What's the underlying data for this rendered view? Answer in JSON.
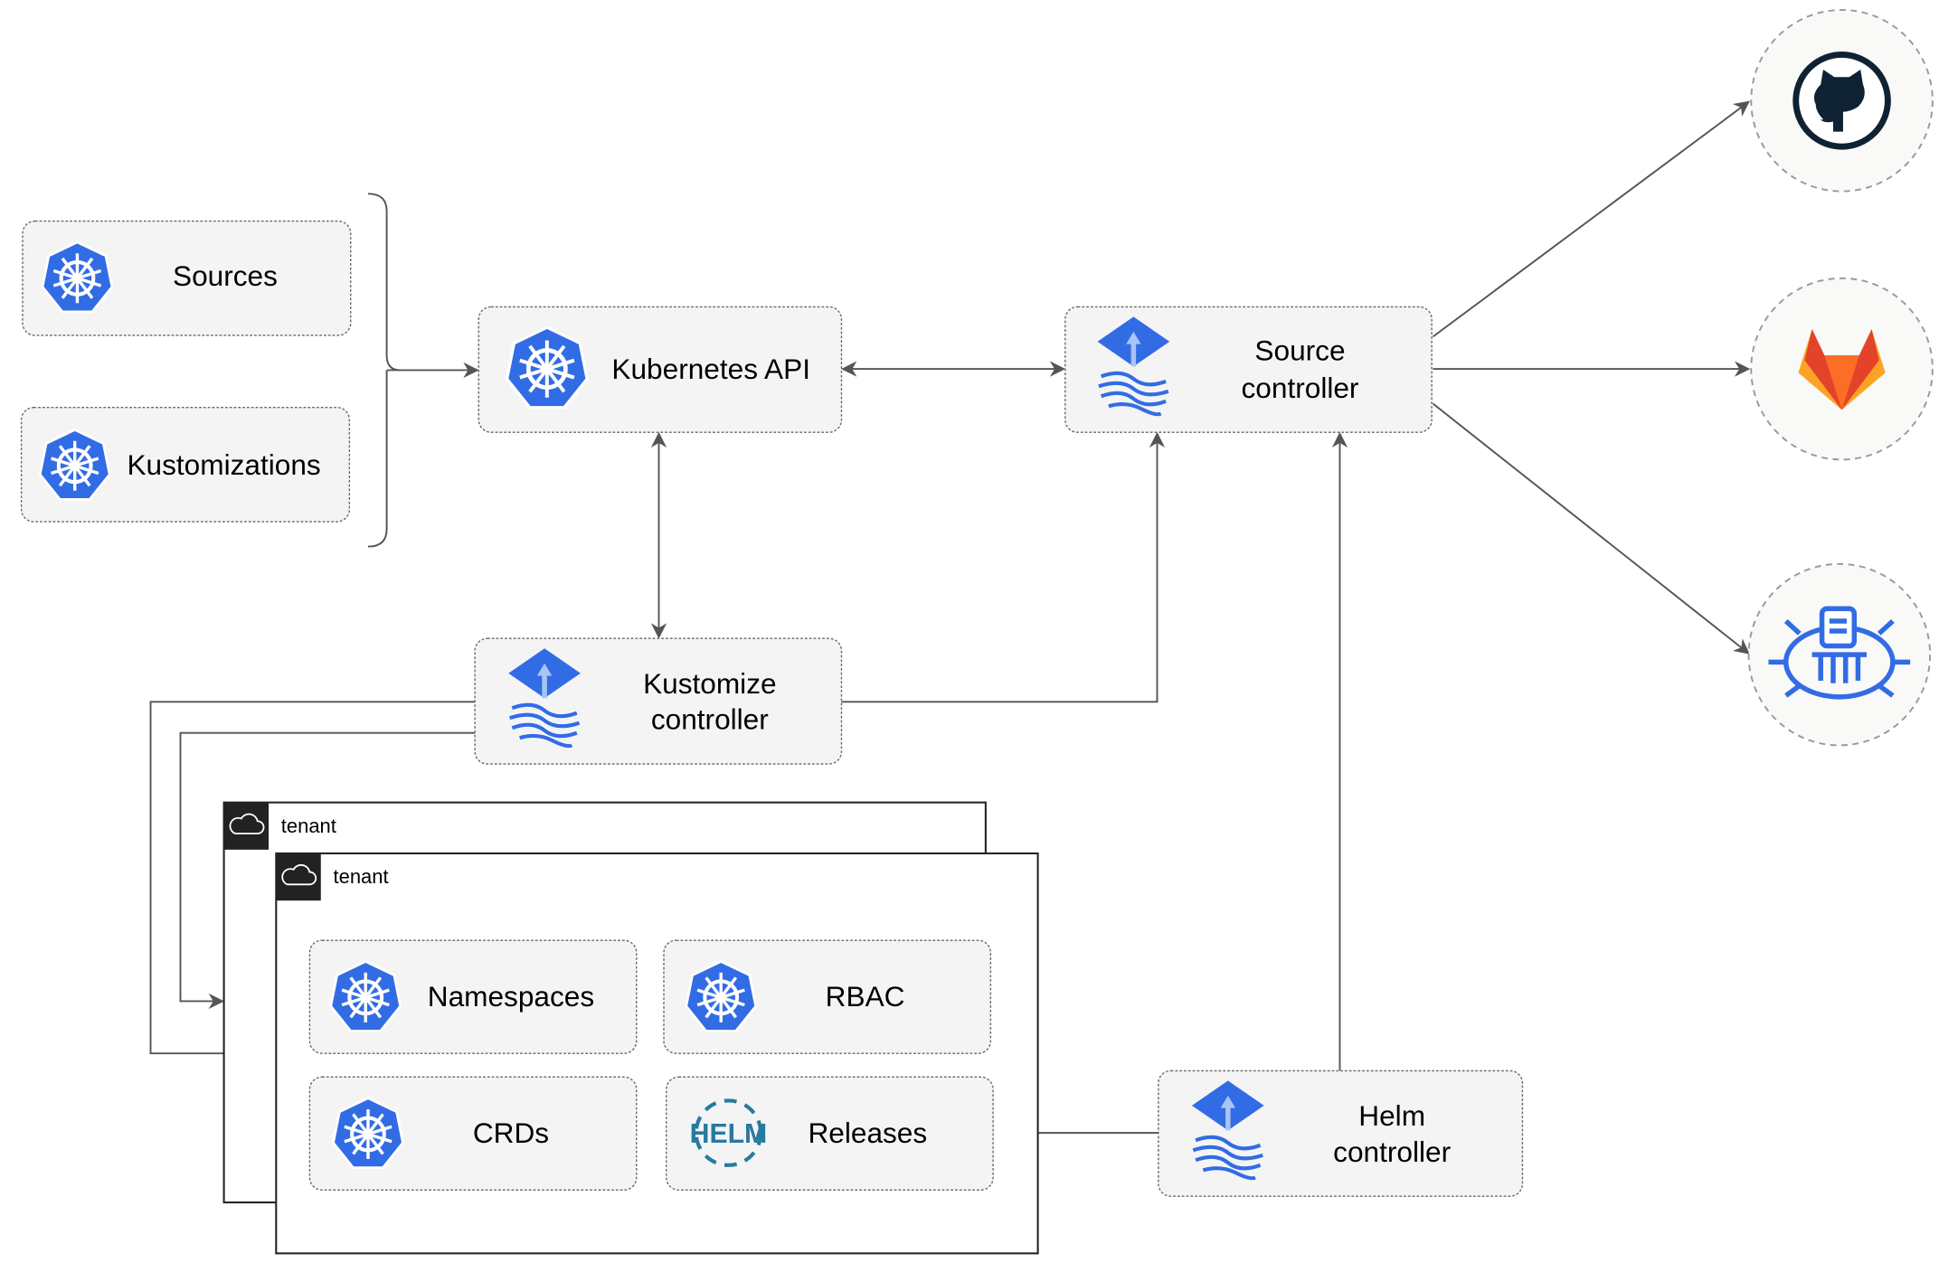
{
  "nodes": {
    "sources": "Sources",
    "kustomizations": "Kustomizations",
    "kubernetes_api": "Kubernetes API",
    "source_controller": [
      "Source",
      "controller"
    ],
    "kustomize_controller": [
      "Kustomize",
      "controller"
    ],
    "helm_controller": [
      "Helm",
      "controller"
    ],
    "namespaces": "Namespaces",
    "rbac": "RBAC",
    "crds": "CRDs",
    "releases": "Releases",
    "helm_logo": "HELM"
  },
  "tenants": [
    "tenant",
    "tenant"
  ],
  "external_sources": [
    "github-icon",
    "gitlab-icon",
    "helm-repository-icon"
  ],
  "colors": {
    "kubernetes_blue": "#326ce5",
    "helm_blue": "#277a9f",
    "gitlab_orange": "#e24329",
    "github_dark": "#0f2233"
  }
}
